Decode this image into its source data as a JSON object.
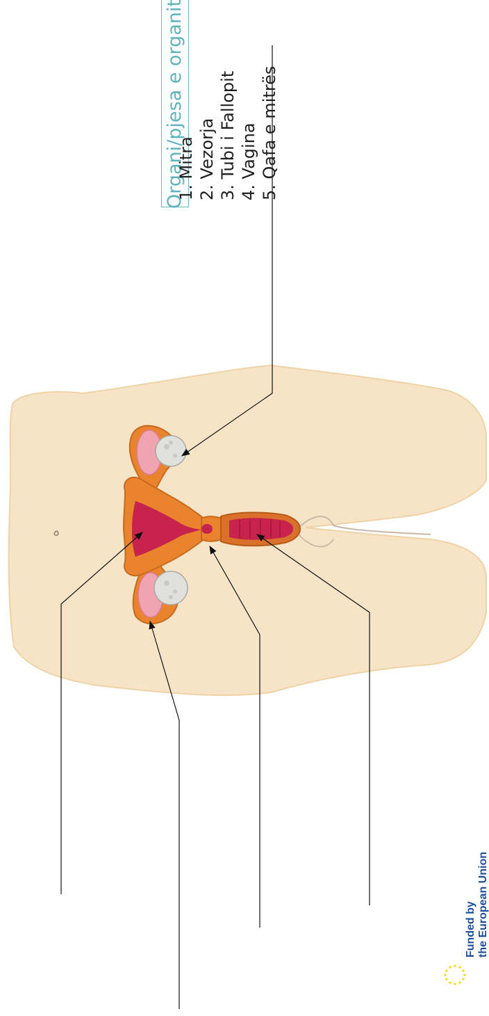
{
  "legend": {
    "title": "Organi/pjesa e organit",
    "items": [
      "1. Mitra",
      "2. Vezorja",
      "3. Tubi i Fallopit",
      "4. Vagina",
      "5. Qafa e mitrës"
    ]
  },
  "footer": {
    "line1": "Funded by",
    "line2": "the European Union",
    "flag_color": "#1a4fa0"
  },
  "colors": {
    "skin": "#f7e4c6",
    "uterus_outer": "#e9832d",
    "uterus_inner": "#c7234d",
    "ovary": "#e0e0dc",
    "fimbria": "#f0a3b0",
    "legend_accent": "#5fb3bb"
  }
}
